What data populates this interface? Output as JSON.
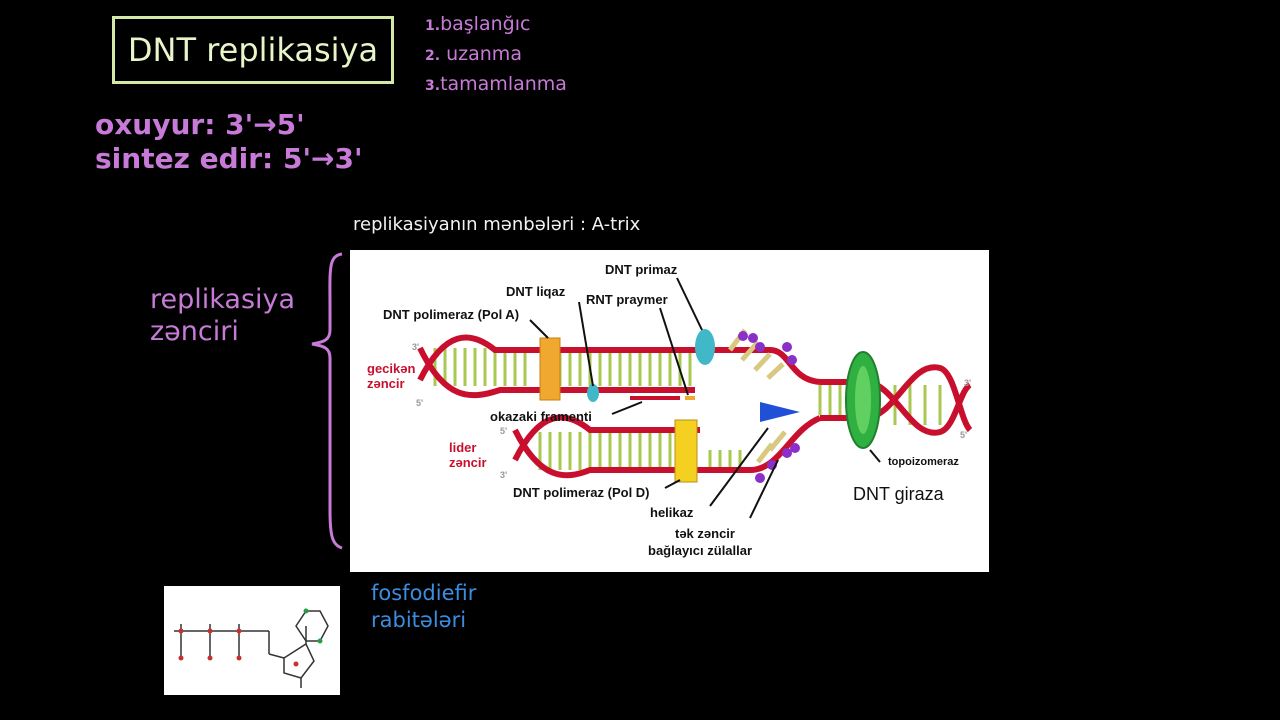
{
  "title": "DNT replikasiya",
  "steps": [
    {
      "num": "1.",
      "label": "başlanğıc"
    },
    {
      "num": "2.",
      "label": "uzanma"
    },
    {
      "num": "3.",
      "label": "tamamlanma"
    }
  ],
  "reads": "oxuyur: 3'→5'",
  "synth": "sintez edir: 5'→3'",
  "sources": "replikasiyanın mənbələri : A-trix",
  "chain_line1": "replikasiya",
  "chain_line2": "zənciri",
  "diagram": {
    "primase": "DNT primaz",
    "ligase": "DNT liqaz",
    "rna_primer": "RNT praymer",
    "pol_a": "DNT polimeraz (Pol A)",
    "lagging_1": "gecikən",
    "lagging_2": "zəncir",
    "leading_1": "lider",
    "leading_2": "zəncir",
    "okazaki": "okazaki framenti",
    "pol_d": "DNT polimeraz (Pol D)",
    "helicase": "helikaz",
    "ssb_1": "tək zəncir",
    "ssb_2": "bağlayıcı zülallar",
    "topo": "topoizomeraz",
    "gyrase": "DNT giraza",
    "p3a": "3'",
    "p5a": "5'",
    "p5b": "5'",
    "p3b": "3'",
    "p3c": "3'",
    "p5c": "5'"
  },
  "phospho_1": "fosfodiefir",
  "phospho_2": "rabitələri",
  "colors": {
    "pink": "#c87ad8",
    "blue": "#3a8de0",
    "red_strand": "#c8102e"
  }
}
